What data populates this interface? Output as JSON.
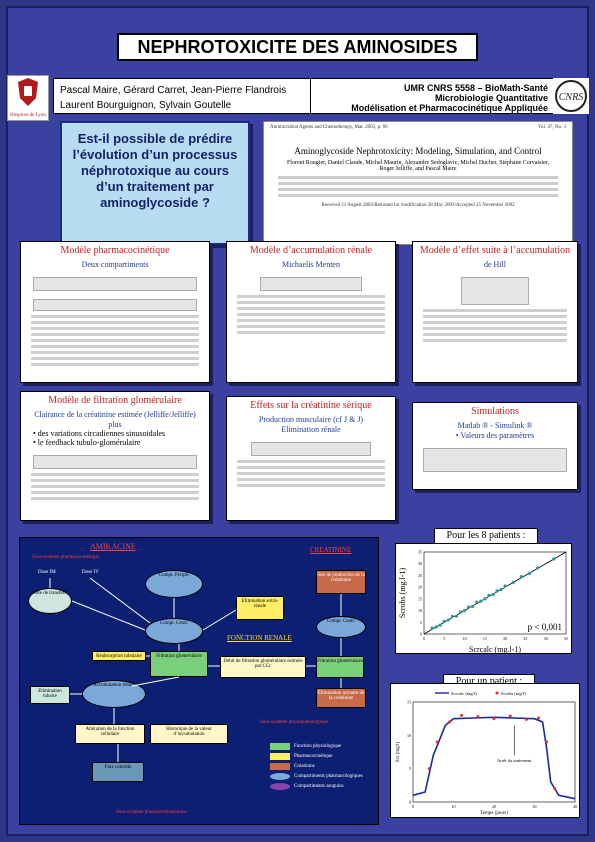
{
  "title": "NEPHROTOXICITE DES AMINOSIDES",
  "authors": {
    "line1": "Pascal Maire, Gérard Carret, Jean-Pierre Flandrois",
    "line2": "Laurent Bourguignon, Sylvain Goutelle"
  },
  "logo_left_text": "Hospices de Lyon",
  "lab": {
    "line1": "UMR CNRS 5558 – BioMath-Santé",
    "line2": "Microbiologie Quantitative",
    "line3": "Modélisation et Pharmacocinétique Appliquée"
  },
  "logo_right_text": "CNRS",
  "question": "Est-il possible de prédire l’évolution d’un processus néphrotoxique au cours d’un traitement par aminoglycoside ?",
  "paper": {
    "journal": "Antimicrobial Agents and Chemotherapy, Mar. 2003, p. 00",
    "volume": "Vol. 47, No. 3",
    "title": "Aminoglycoside Nephrotoxicity: Modeling, Simulation, and Control",
    "authors": "Florent Rougier, Daniel Claude, Michel Maurin, Alexandre Sedoglavic, Michel Ducher, Stéphane Corvaisier, Roger Jelliffe, and Pascal Maire",
    "received": "Received 21 August 2002/Returned for modification 28 May 2003/Accepted 25 November 2002"
  },
  "boxes": {
    "pk": {
      "title": "Modèle pharmacocinétique",
      "subtitle": "Deux compartiments"
    },
    "acc": {
      "title": "Modèle d’accumulation rénale",
      "subtitle": "Michaelis Menten"
    },
    "eff": {
      "title": "Modèle d’effet suite à l’accumulation",
      "subtitle": "de Hill"
    },
    "gfr": {
      "title": "Modèle de filtration glomérulaire",
      "subtitle": "Clairance de la créatinine estimée (Jelliffe/Jelliffe)",
      "plus": "plus",
      "b1": "• des variations circadiennes sinusoidales",
      "b2": "• le feedback tubulo-glomérulaire"
    },
    "creat": {
      "title": "Effets sur la créatinine sérique",
      "s1": "Production musculaire (cf J & J)",
      "s2": "Elimination rénale"
    },
    "sim": {
      "title": "Simulations",
      "s1": "Matlab ® - Simulink ®",
      "s2": "• Valeurs des paramètres"
    }
  },
  "flow": {
    "titles": {
      "amikacine": "AMIKACINE",
      "creatinine": "CREATININE",
      "fonction": "FONCTION RENALE"
    },
    "labels": {
      "dose_im": "Dose IM",
      "dose_iv": "Dose IV",
      "site": "Site de transfert",
      "periph": "Compt. Periph.",
      "central": "Compt. Centr.",
      "elim_ext": "Elimination extra-rénale",
      "tubular": "Réabsorption tubulaire",
      "filtration": "Filtration glomérulaire",
      "dfg": "Débit de filtration glomérulaire estimée par CCr",
      "sat": "Filtration glomérulaire",
      "prod": "Site de production de la créatinine",
      "compt_creat": "Compt. Centr.",
      "accum": "Accumulation rénale",
      "elim_tub": "Elimination tubaire",
      "alteration": "Altération de la fonction cellulaire",
      "hist": "Historique de la valeur d’accumulation",
      "fluxcontrol": "Flux contrôle",
      "elim_creat": "Elimination urinaire de la créatinine",
      "sub_pharma": "Sous-système pharmacocinétique",
      "sub_physio": "Sous-système physiopathologique",
      "sub_pharmaco": "Sous-système pharmacodynamique"
    },
    "legend": [
      "Fonction physiologique",
      "Pharmacocinétique",
      "Créatinine",
      "Compartiments pharmacologiques",
      "Compartiments sanguins"
    ]
  },
  "captions": {
    "eight": "Pour les 8 patients :",
    "one": "Pour un patient :"
  },
  "scatter": {
    "xlabel": "Scrcalc (mg.l-1)",
    "ylabel": "Scrobs (mg.l-1)",
    "pvalue": "p < 0,001"
  },
  "time": {
    "xlabel": "Temps (jours)",
    "ylabel": "Scr (mg/l)",
    "legend1": "Scrcalc (mg/l)",
    "legend2": "Scrobs (mg/l)",
    "arrow": "Arrêt du traitement"
  },
  "chart_data": [
    {
      "type": "scatter",
      "xlabel": "Scrcalc (mg.l-1)",
      "ylabel": "Scrobs (mg.l-1)",
      "xlim": [
        0,
        35
      ],
      "ylim": [
        0,
        35
      ],
      "x": [
        2,
        3,
        4,
        5,
        6,
        7,
        8,
        9,
        10,
        11,
        12,
        13,
        14,
        15,
        16,
        17,
        18,
        19,
        20,
        22,
        24,
        26,
        28,
        32
      ],
      "y": [
        2.5,
        3,
        3.8,
        5.4,
        6,
        7.5,
        7.6,
        9.4,
        10,
        11.5,
        11.8,
        13.6,
        14,
        15,
        16.5,
        16.8,
        18.4,
        19,
        20.5,
        22,
        24.5,
        25.8,
        28.2,
        32
      ]
    },
    {
      "type": "line",
      "xlabel": "Temps (jours)",
      "ylabel": "Scr (mg/l)",
      "xlim": [
        0,
        40
      ],
      "ylim": [
        0,
        15
      ],
      "series": [
        {
          "name": "Scrcalc (mg/l)",
          "x": [
            0,
            3,
            5,
            8,
            10,
            15,
            20,
            25,
            30,
            32,
            33,
            34,
            36,
            40
          ],
          "y": [
            1,
            1.5,
            7,
            11.5,
            12.5,
            12.6,
            12.7,
            12.6,
            12.5,
            12,
            8,
            3,
            1,
            0.5
          ]
        },
        {
          "name": "Scrobs (mg/l)",
          "x": [
            4,
            6,
            9,
            12,
            16,
            20,
            24,
            28,
            31,
            33,
            35
          ],
          "y": [
            5,
            9,
            12,
            13,
            12.8,
            12.5,
            12.9,
            12.4,
            12.6,
            9,
            2
          ]
        }
      ]
    }
  ]
}
